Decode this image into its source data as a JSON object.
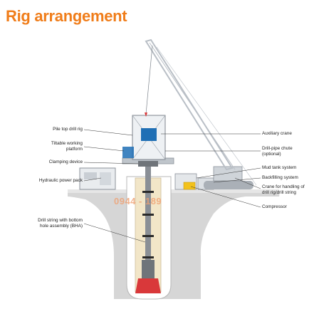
{
  "title": "Rig arrangement",
  "colors": {
    "title": "#f07d1a",
    "ground": "#d6d6d6",
    "shaft": "#f2e6c8",
    "crane": "#cfd4d9",
    "accent_blue": "#1f6fb5",
    "accent_yellow": "#f3c21b",
    "bit": "#d9383a"
  },
  "watermark": "0944 - 189",
  "labels_left": [
    {
      "lines": [
        "Pile top drill rig"
      ]
    },
    {
      "lines": [
        "Tiltable working",
        "platform"
      ]
    },
    {
      "lines": [
        "Clamping device"
      ]
    },
    {
      "lines": [
        "Hydraulic power pack"
      ]
    },
    {
      "lines": [
        "Drill string with bottom",
        "hole assembly (BHA)"
      ]
    }
  ],
  "labels_right": [
    {
      "lines": [
        "Auxiliary crane"
      ]
    },
    {
      "lines": [
        "Drill-pipe chute",
        "(optional)"
      ]
    },
    {
      "lines": [
        "Mud tank system"
      ]
    },
    {
      "lines": [
        "Backfilling system"
      ]
    },
    {
      "lines": [
        "Crane for handling of",
        "drill rig/drill string"
      ]
    },
    {
      "lines": [
        "Compressor"
      ]
    }
  ]
}
